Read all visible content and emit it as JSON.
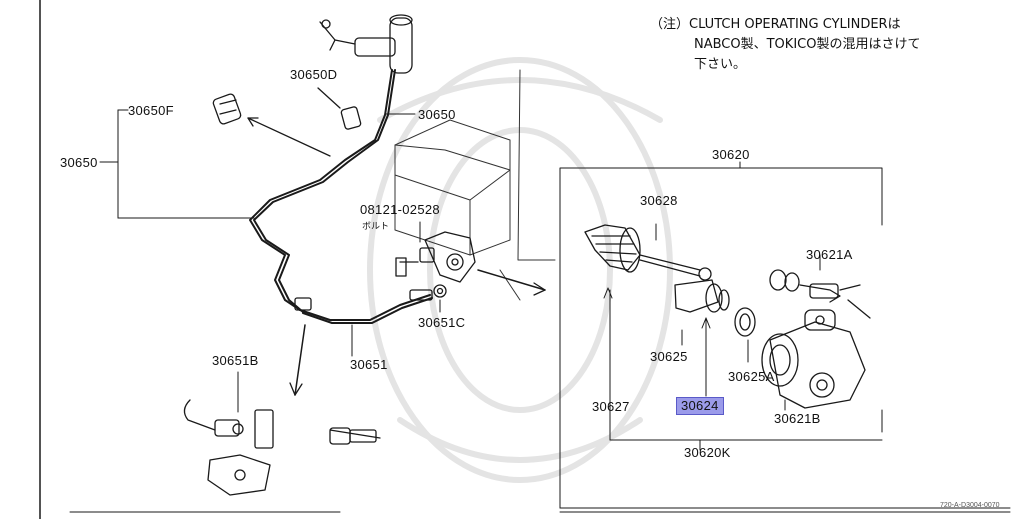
{
  "note": {
    "line1": "（注）CLUTCH OPERATING CYLINDERは",
    "line2": "NABCO製、TOKICO製の混用はさけて",
    "line3": "下さい。"
  },
  "labels": {
    "p30650D": "30650D",
    "p30650F": "30650F",
    "p30650_top": "30650",
    "p30650_left": "30650",
    "p08121": "08121-02528",
    "bolt": "ボルト",
    "p30651C": "30651C",
    "p30651B": "30651B",
    "p30651": "30651",
    "p30620": "30620",
    "p30628": "30628",
    "p30621A": "30621A",
    "p30625": "30625",
    "p30625A": "30625A",
    "p30627": "30627",
    "p30624": "30624",
    "p30621B": "30621B",
    "p30620K": "30620K",
    "figure_code": "720-A-D3004-0070"
  },
  "colors": {
    "highlight": "#9b9bea",
    "line": "#1a1a1a"
  }
}
